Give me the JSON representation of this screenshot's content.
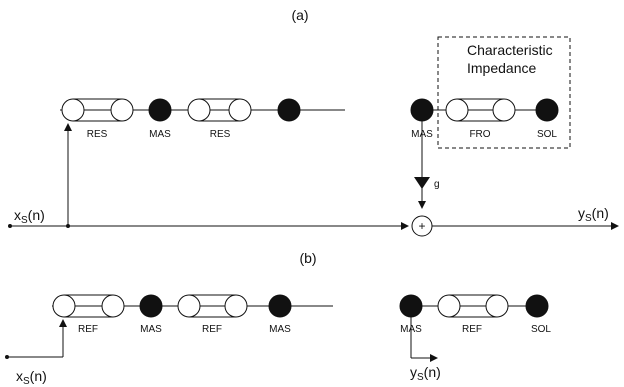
{
  "panel_a": {
    "label": "(a)",
    "chain_left": {
      "res1": "RES",
      "mas": "MAS",
      "res2": "RES"
    },
    "chain_right": {
      "mas": "MAS",
      "fro": "FRO",
      "sol": "SOL"
    },
    "box_title_line1": "Characteristic",
    "box_title_line2": "Impedance",
    "gain": "g",
    "sum": "+",
    "input": {
      "base": "x",
      "sub": "S",
      "arg": "(n)"
    },
    "output": {
      "base": "y",
      "sub": "S",
      "arg": "(n)"
    }
  },
  "panel_b": {
    "label": "(b)",
    "chain_left": {
      "ref1": "REF",
      "mas1": "MAS",
      "ref2": "REF",
      "mas2": "MAS"
    },
    "chain_right": {
      "mas": "MAS",
      "ref": "REF",
      "sol": "SOL"
    },
    "input": {
      "base": "x",
      "sub": "S",
      "arg": "(n)"
    },
    "output": {
      "base": "y",
      "sub": "S",
      "arg": "(n)"
    }
  }
}
